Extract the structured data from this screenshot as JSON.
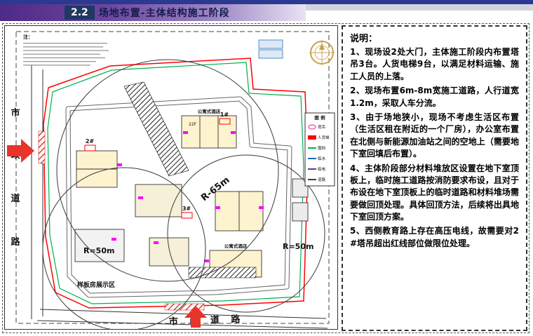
{
  "header": {
    "section": "2.2",
    "title": "场地布置-主体结构施工阶段"
  },
  "notes": {
    "title": "说明：",
    "items": [
      "1、现场设2处大门，主体施工阶段内布置塔吊3台。人货电梯9台，以满足材料运输、施工人员的上落。",
      "2、现场布置6m-8m宽施工道路，人行道宽1.2m，采取人车分流。",
      "3、由于场地狭小，现场不考虑生活区布置（生活区租在附近的一个厂房），办公室布置在北侧与新能源加油站之间的空地上（需要地下室回填后布置）。",
      "4、主体阶段部分材料堆放区设置在地下室顶板上，临时施工道路按消防要求布设，且对于布设在地下室顶板上的临时道路和材料堆场需要做回顶处理。具体回顶方法，后续将出具地下室回顶方案。",
      "5、西侧教育路上存在高压电线，故需要对2#塔吊超出红线部位做限位处理。"
    ]
  },
  "plan": {
    "survey_note": "注：",
    "road_left_chars": [
      "市",
      "政",
      "道",
      "路"
    ],
    "road_bottom": "市 政 道 路",
    "model_area": "样板房展示区",
    "r65": "R-65m",
    "r50_a": "R=50m",
    "r50_b": "R=50m",
    "cranes": [
      {
        "tag": "1#"
      },
      {
        "tag": "2#"
      },
      {
        "tag": "3#"
      }
    ],
    "bldg_label_a": "公寓式酒店",
    "bldg_label_b": "公寓式酒店",
    "floors_a": "22F",
    "legend": {
      "title": "图 例",
      "items": [
        {
          "label": "塔吊",
          "color": "#ff3fa4"
        },
        {
          "label": "人货梯",
          "color": "#ff0000"
        },
        {
          "label": "围挡",
          "color": "#00b050"
        },
        {
          "label": "临水",
          "color": "#0070c0"
        },
        {
          "label": "临电",
          "color": "#7030a0"
        },
        {
          "label": "道路",
          "color": "#404040"
        }
      ]
    }
  },
  "colors": {
    "accent_navy": "#1f3864",
    "band_purple": "#5b2f91",
    "red_line": "#ff0000",
    "green_line": "#00b050",
    "magenta": "#ff00ff"
  }
}
